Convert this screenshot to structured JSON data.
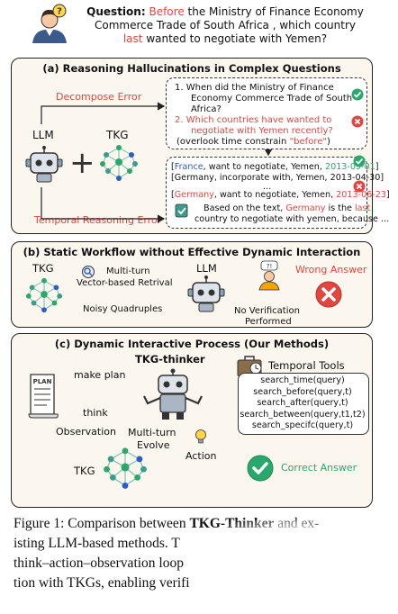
{
  "question": {
    "label": "Question:",
    "line1_kw": "Before",
    "line1_rest": " the Ministry of Finance Economy",
    "line2": "Commerce Trade of South Africa , which country",
    "line3_kw": "last",
    "line3_rest": " wanted to negotiate with Yemen?"
  },
  "panel_a": {
    "title": "(a) Reasoning Hallucinations in Complex Questions",
    "decompose_error": "Decompose Error",
    "temporal_error": "Temporal Reasoning Error",
    "llm_label": "LLM",
    "tkg_label": "TKG",
    "sub1_num": "1.",
    "sub1_l1": "When did the Ministry of Finance",
    "sub1_l2": "Economy Commerce Trade of South",
    "sub1_l3": "Africa?",
    "sub2_num": "2.",
    "sub2_l1": "Which countries have wanted to",
    "sub2_l2": "negotiate with Yemen recently?",
    "sub2_l3_a": "(overlook time constrain ",
    "sub2_l3_kw": "\"before\"",
    "sub2_l3_b": ")",
    "fact1_a": "[",
    "fact1_kw": "France",
    "fact1_b": ", want to negotiate, Yemen, ",
    "fact1_date": "2013-09-01",
    "fact1_c": "]",
    "fact2": "[Germany, incorporate with, Yemen, 2013-04-30]",
    "ellipsis": "...",
    "fact3_a": "[",
    "fact3_kw": "Germany",
    "fact3_b": ", want to  negotiate, Yemen, ",
    "fact3_date": "2013-06-23",
    "fact3_c": "]",
    "answer_l1_a": "Based on the text, ",
    "answer_l1_kw1": "Germany",
    "answer_l1_b": " is the ",
    "answer_l1_kw2": "last",
    "answer_l2": "country to negotiate with yemen, because ..."
  },
  "panel_b": {
    "title": "(b) Static Workflow without Effective Dynamic Interaction",
    "tkg_label": "TKG",
    "llm_label": "LLM",
    "retrieval_l1": "Multi-turn",
    "retrieval_l2": "Vector-based Retrival",
    "noisy": "Noisy Quadruples",
    "wrong_answer": "Wrong Answer",
    "noverif_l1": "No Verification",
    "noverif_l2": "Performed"
  },
  "panel_c": {
    "title": "(c) Dynamic Interactive Process (Our Methods)",
    "thinker": "TKG-thinker",
    "plan_label": "PLAN",
    "make_plan": "make plan",
    "think": "think",
    "observation": "Observation",
    "multiturn_l1": "Multi-turn",
    "multiturn_l2": "Evolve",
    "action": "Action",
    "tkg_label": "TKG",
    "temporal_tools": "Temporal Tools",
    "tools": [
      "search_time(query)",
      "search_before(query,t)",
      "search_after(query,t)",
      "search_between(query,t1,t2)",
      "search_specifc(query,t)"
    ],
    "correct_answer": "Correct Answer"
  },
  "caption": {
    "l1_a": "Figure 1: Comparison between ",
    "l1_b": "TKG-Thinker",
    "l1_c": " and ex-",
    "l2_a": "isting LLM-based methods.  T",
    "l3": "think–action–observation loop ",
    "l4": "tion with TKGs, enabling verifi"
  },
  "colors": {
    "red": "#e2473f",
    "green": "#2aa86b",
    "orange": "#f0a500",
    "blue": "#2c5cc5",
    "teal": "#3a9c8c"
  }
}
